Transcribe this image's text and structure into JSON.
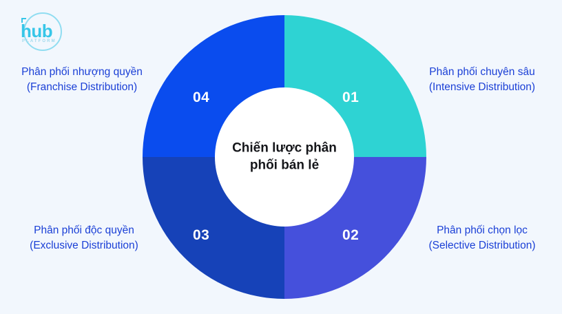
{
  "page": {
    "background_color": "#f2f7fd",
    "center_title_line1": "Chiến lược phân",
    "center_title_line2": "phối bán lẻ",
    "center_title_full": "Chiến lược phân phối bán lẻ"
  },
  "logo": {
    "wordmark": "hub",
    "subtitle": "PLATFORM",
    "color": "#36c6e8"
  },
  "chart_data": {
    "type": "pie",
    "title": "Chiến lược phân phối bán lẻ",
    "subtitle": "",
    "xlabel": "",
    "ylabel": "",
    "legend_position": "outside-sides",
    "grid": false,
    "hole_ratio": 0.49,
    "categories": [
      "Phân phối chuyên sâu (Intensive Distribution)",
      "Phân phối chọn lọc (Selective Distribution)",
      "Phân phối độc quyền (Exclusive Distribution)",
      "Phân phối nhượng quyền (Franchise Distribution)"
    ],
    "values": [
      25,
      25,
      25,
      25
    ],
    "colors": [
      "#2ed3d3",
      "#4550dc",
      "#1642b8",
      "#0a4cee"
    ],
    "data_labels": [
      "01",
      "02",
      "03",
      "04"
    ]
  },
  "segments": [
    {
      "number": "01",
      "name_vi": "Phân phối chuyên sâu",
      "name_en": "(Intensive Distribution)",
      "color": "#2ed3d3",
      "position": "top-right",
      "share": 25
    },
    {
      "number": "02",
      "name_vi": "Phân phối chọn lọc",
      "name_en": "(Selective Distribution)",
      "color": "#4550dc",
      "position": "bottom-right",
      "share": 25
    },
    {
      "number": "03",
      "name_vi": "Phân phối độc quyền",
      "name_en": "(Exclusive Distribution)",
      "color": "#1642b8",
      "position": "bottom-left",
      "share": 25
    },
    {
      "number": "04",
      "name_vi": "Phân phối nhượng quyền",
      "name_en": "(Franchise Distribution)",
      "color": "#0a4cee",
      "position": "top-left",
      "share": 25
    }
  ]
}
